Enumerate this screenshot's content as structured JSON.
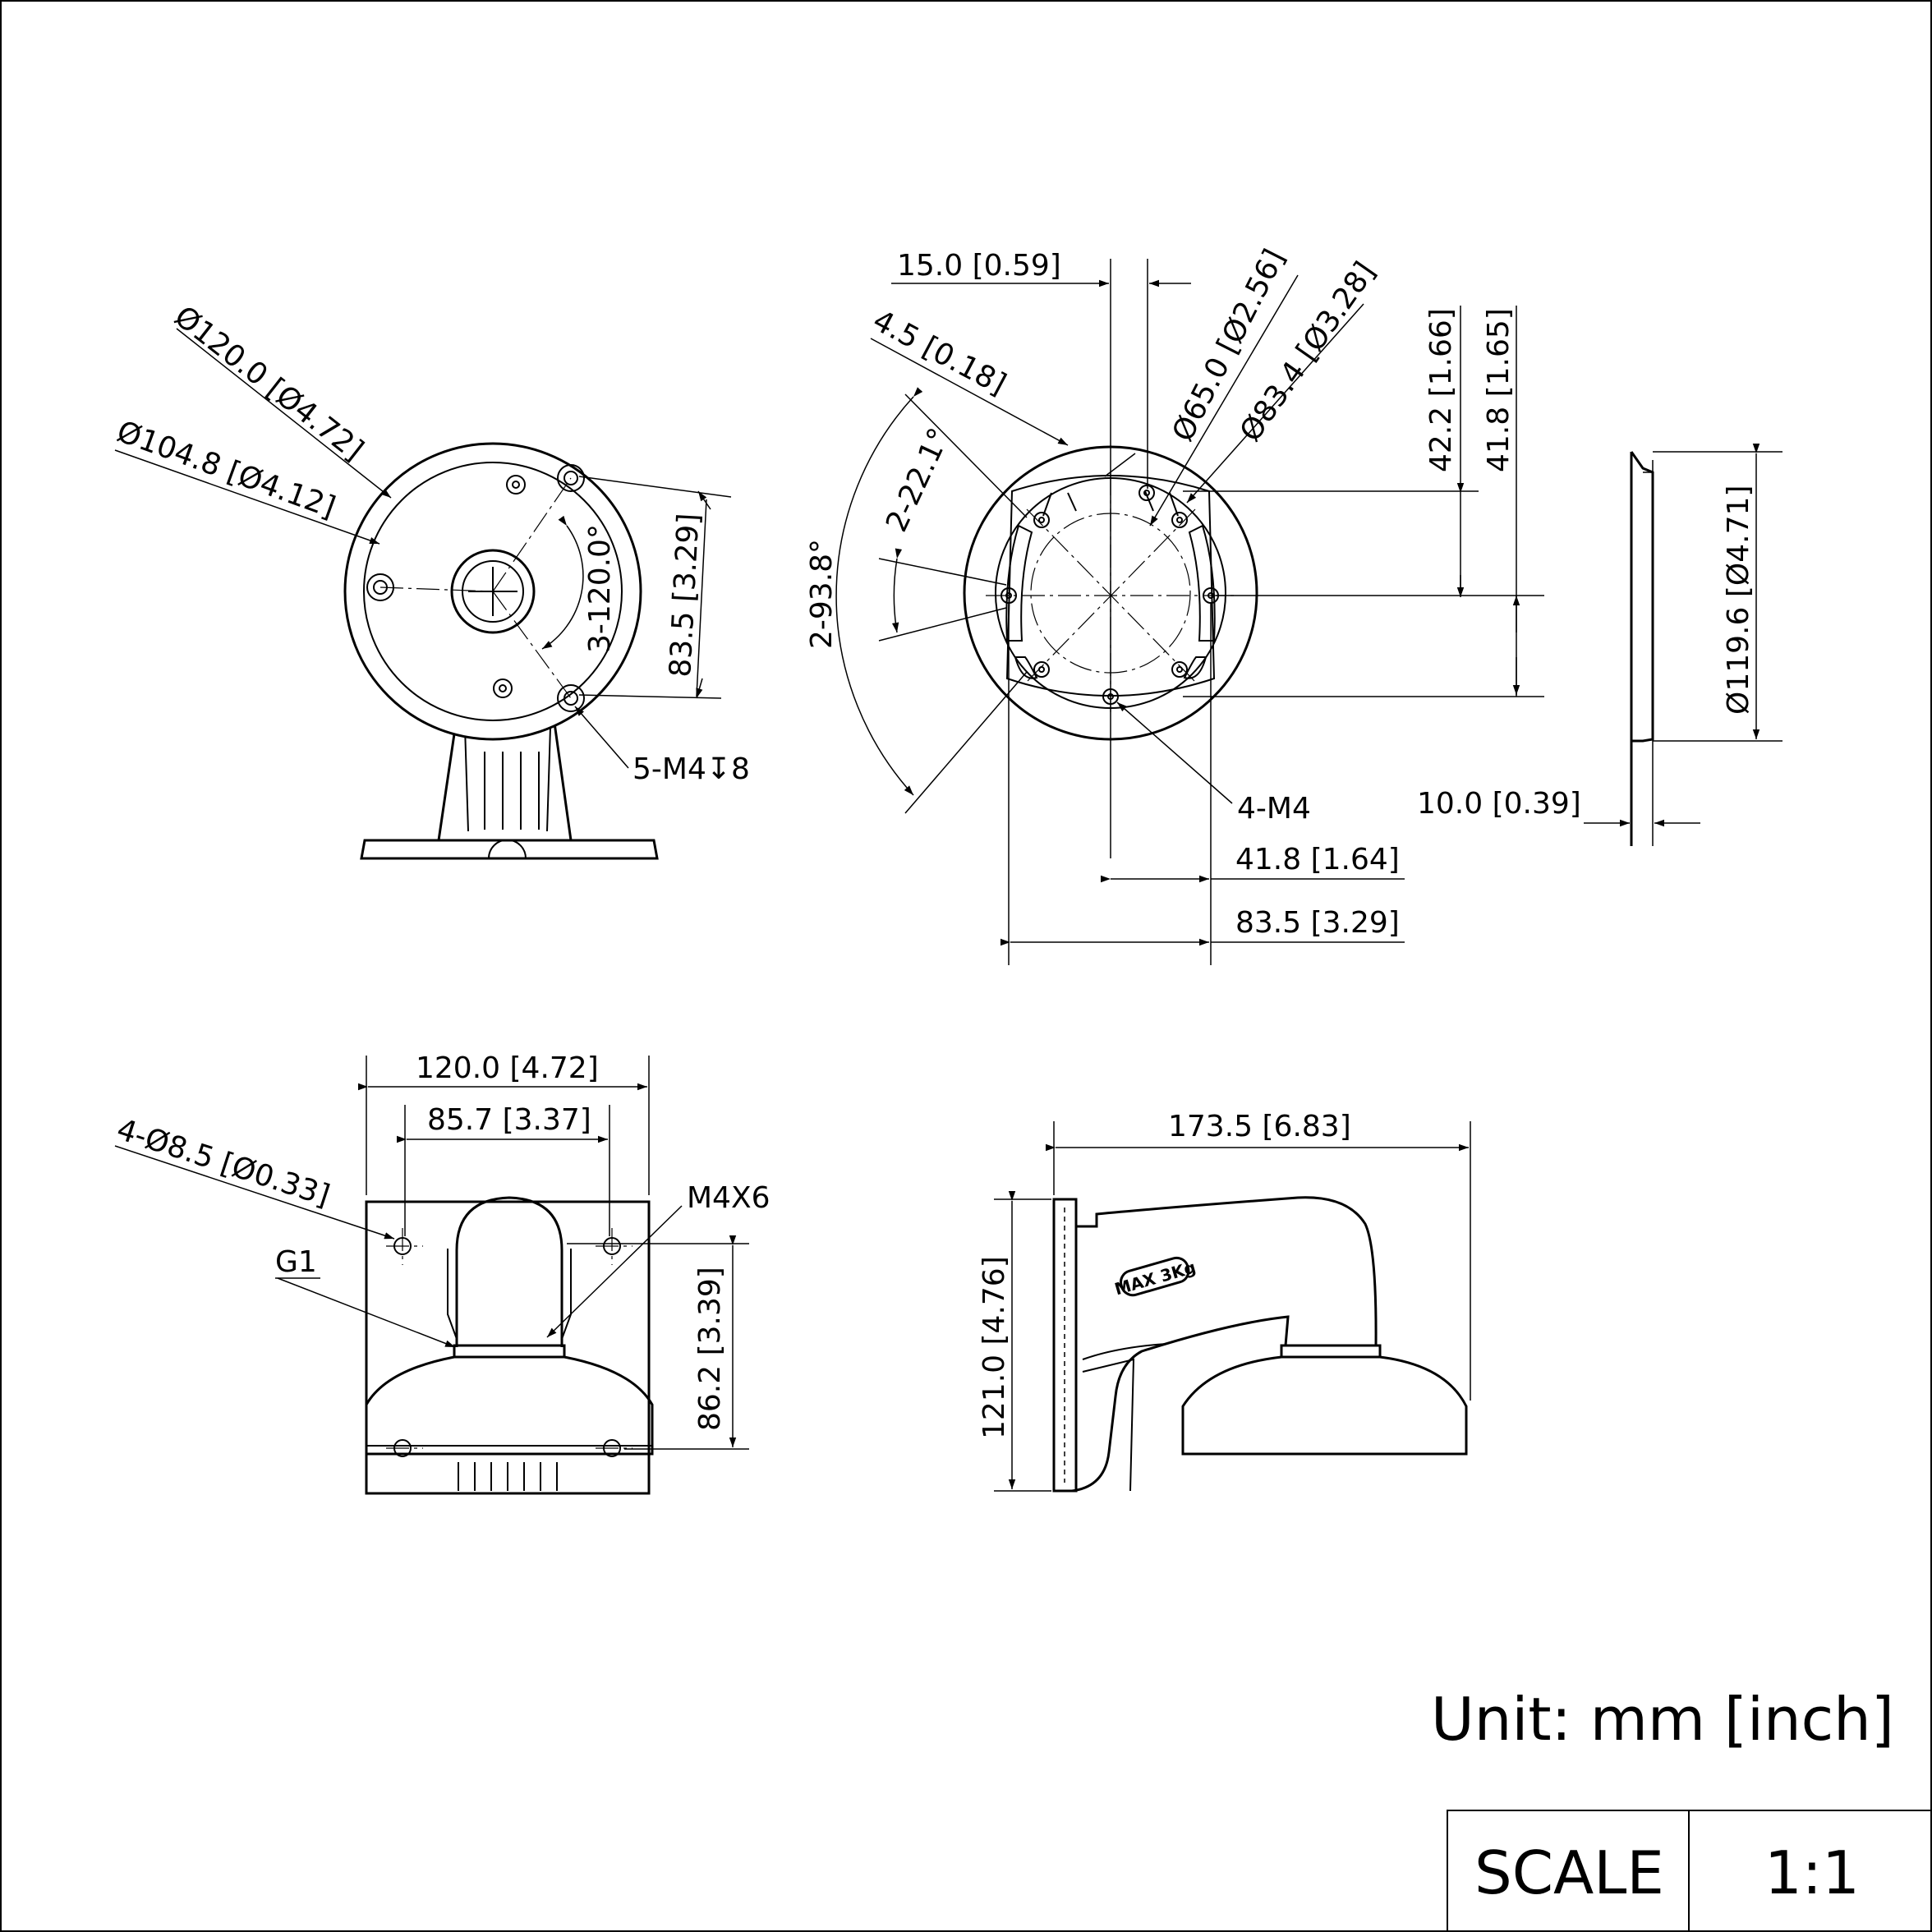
{
  "unit_note": "Unit: mm [inch]",
  "scale": {
    "label": "SCALE",
    "value": "1:1"
  },
  "view_top_left": {
    "dim_outer_diameter": "Ø120.0 [Ø4.72]",
    "dim_inner_diameter": "Ø104.8 [Ø4.12]",
    "dim_angle": "3-120.0°",
    "dim_height": "83.5 [3.29]",
    "dim_screw": "5-M4↧8"
  },
  "view_top_right": {
    "dim_offset": "15.0 [0.59]",
    "dim_slot_width": "4.5 [0.18]",
    "dim_slot_angle": "2-22.1°",
    "dim_span_angle": "2-93.8°",
    "dim_dia_65": "Ø65.0 [Ø2.56]",
    "dim_dia_83": "Ø83.4 [Ø3.28]",
    "dim_v_42_2": "42.2 [1.66]",
    "dim_v_41_8": "41.8 [1.65]",
    "dim_screw": "4-M4",
    "dim_h_41_8": "41.8 [1.64]",
    "dim_h_83_5": "83.5 [3.29]"
  },
  "view_side_right": {
    "dim_diameter": "Ø119.6 [Ø4.71]",
    "dim_thickness": "10.0 [0.39]"
  },
  "view_front": {
    "dim_width": "120.0 [4.72]",
    "dim_hole_spacing": "85.7 [3.37]",
    "dim_holes": "4-Ø8.5 [Ø0.33]",
    "thread_g1": "G1",
    "thread_m4": "M4X6",
    "dim_height": "86.2 [3.39]"
  },
  "view_side": {
    "dim_length": "173.5 [6.83]",
    "dim_height": "121.0 [4.76]",
    "load_label": "MAX 3Kg"
  }
}
